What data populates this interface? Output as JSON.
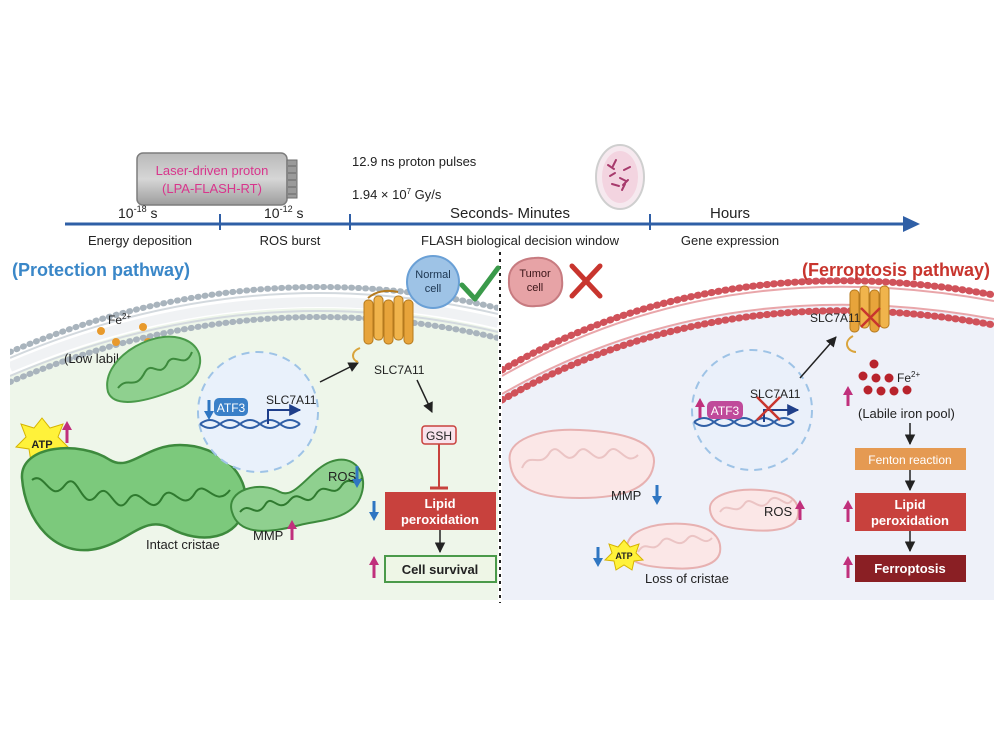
{
  "source_box": {
    "line1": "Laser-driven proton",
    "line2": "(LPA-FLASH-RT)"
  },
  "beam": {
    "pulse_label": "12.9 ns proton pulses",
    "dose_base": "1.94 × 10",
    "dose_exp": "7",
    "dose_unit": " Gy/s"
  },
  "timeline": {
    "t1_base": "10",
    "t1_exp": "-18",
    "t1_unit": " s",
    "t2_base": "10",
    "t2_exp": "-12",
    "t2_unit": " s",
    "t3": "Seconds- Minutes",
    "t4": "Hours",
    "phases": [
      "Energy deposition",
      "ROS burst",
      "FLASH biological decision window",
      "Gene expression"
    ]
  },
  "left": {
    "title": "(Protection pathway)",
    "fe_base": "Fe",
    "fe_sup": "2+",
    "low_iron": "(Low labile iron)",
    "atf3": "ATF3",
    "slc_gene": "SLC7A11",
    "slc_protein": "SLC7A11",
    "gsh": "GSH",
    "lipid1": "Lipid",
    "lipid2": "peroxidation",
    "survival": "Cell survival",
    "atp": "ATP",
    "ros": "ROS",
    "mmp": "MMP",
    "cristae": "Intact cristae",
    "normal_cell_1": "Normal",
    "normal_cell_2": "cell"
  },
  "right": {
    "title": "(Ferroptosis pathway)",
    "tumor_cell_1": "Tumor",
    "tumor_cell_2": "cell",
    "slc_protein": "SLC7A11",
    "atf3": "ATF3",
    "slc_gene": "SLC7A11",
    "fe_base": "Fe",
    "fe_sup": "2+",
    "labile": "(Labile iron pool)",
    "fenton": "Fenton reaction",
    "lipid1": "Lipid",
    "lipid2": "peroxidation",
    "ferroptosis": "Ferroptosis",
    "mmp": "MMP",
    "ros": "ROS",
    "atp": "ATP",
    "cristae": "Loss of cristae"
  },
  "colors": {
    "timeline": "#2f5fa6",
    "left_title": "#3a87c8",
    "right_title": "#c8352e",
    "beam": "#e0388f",
    "up_arrow": "#c0307c",
    "down_arrow": "#2f76c2",
    "mito_green": "#6fbf6f",
    "lipid_red": "#c8413d",
    "ferro_dark": "#8a1f24",
    "fenton_orange": "#e59a52"
  }
}
